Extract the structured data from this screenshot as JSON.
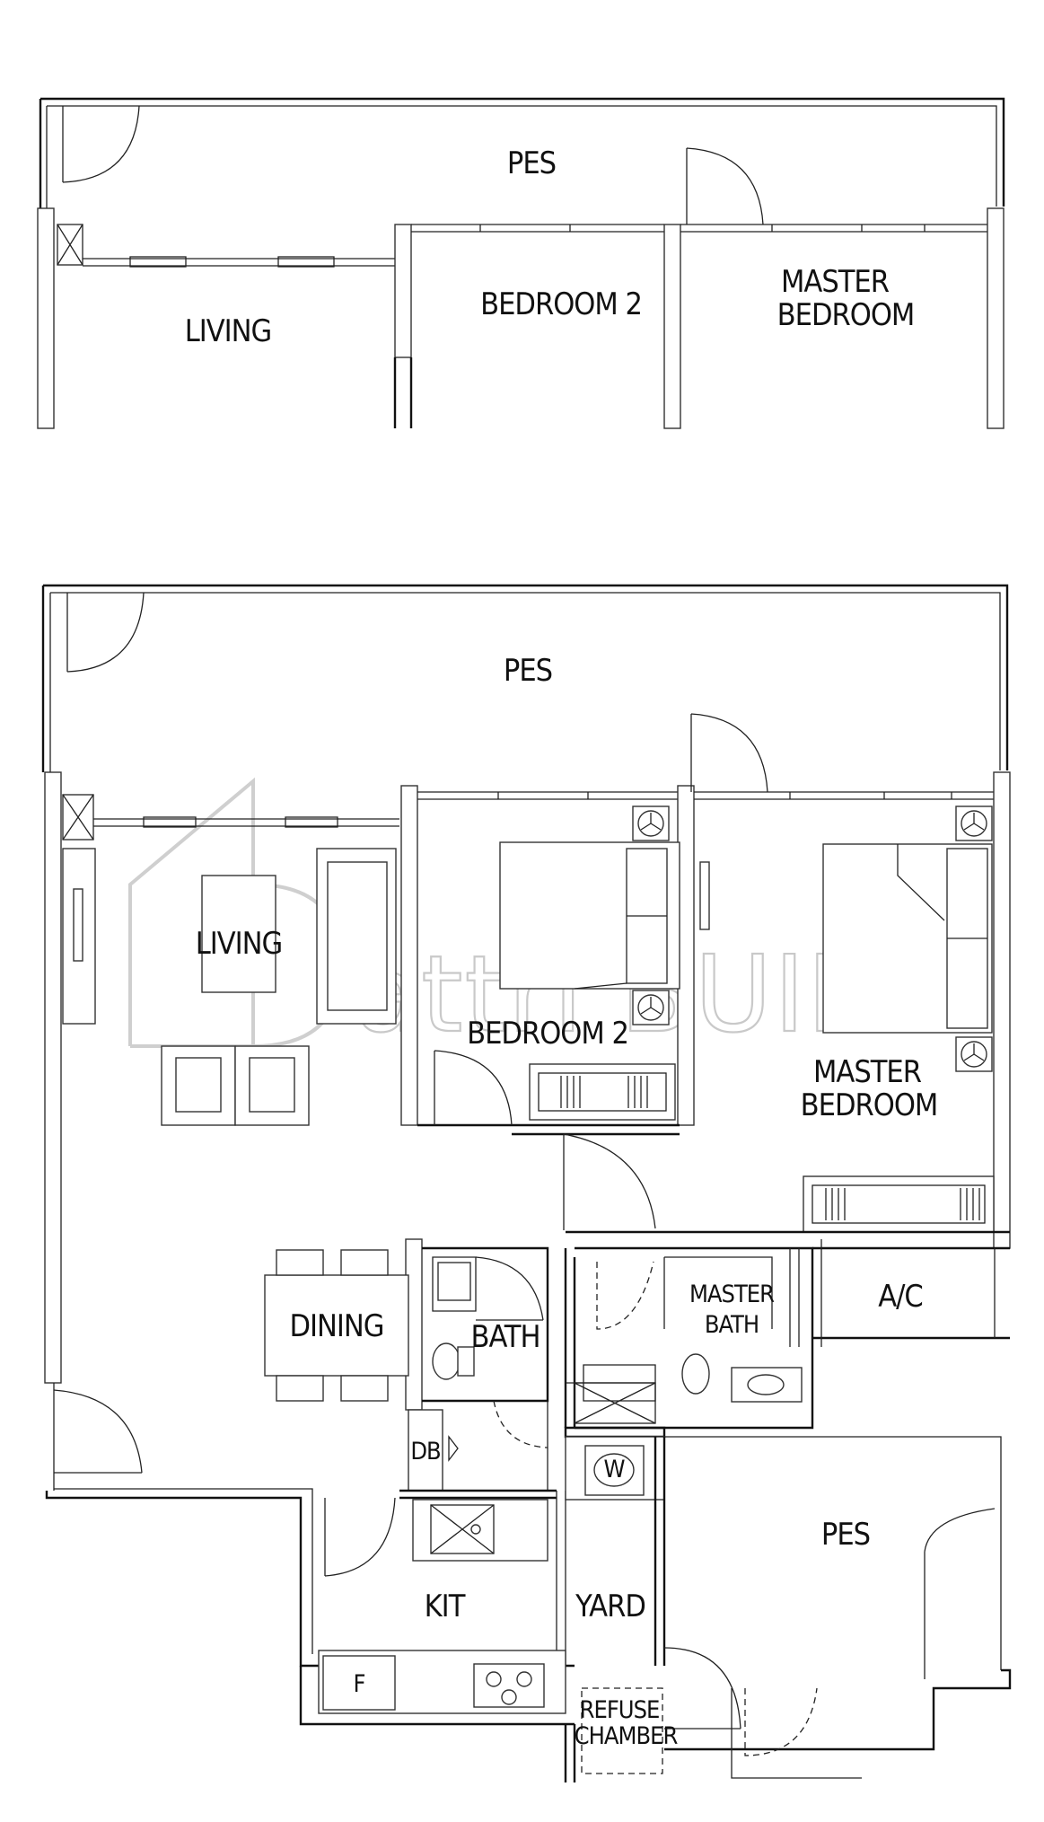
{
  "top_plan": {
    "rooms": {
      "pes": "PES",
      "living": "LIVING",
      "bedroom2": "BEDROOM 2",
      "master_line1": "MASTER",
      "master_line2": "BEDROOM"
    }
  },
  "main_plan": {
    "rooms": {
      "pes_top": "PES",
      "living": "LIVING",
      "bedroom2": "BEDROOM 2",
      "master_line1": "MASTER",
      "master_line2": "BEDROOM",
      "dining": "DINING",
      "bath": "BATH",
      "master_bath_line1": "MASTER",
      "master_bath_line2": "BATH",
      "ac": "A/C",
      "db": "DB",
      "kit": "KIT",
      "yard": "YARD",
      "pes_bottom": "PES",
      "refuse_line1": "REFUSE",
      "refuse_line2": "CHAMBER",
      "fridge": "F",
      "washer": "W"
    }
  },
  "watermark": {
    "text": "attri BUILD"
  }
}
